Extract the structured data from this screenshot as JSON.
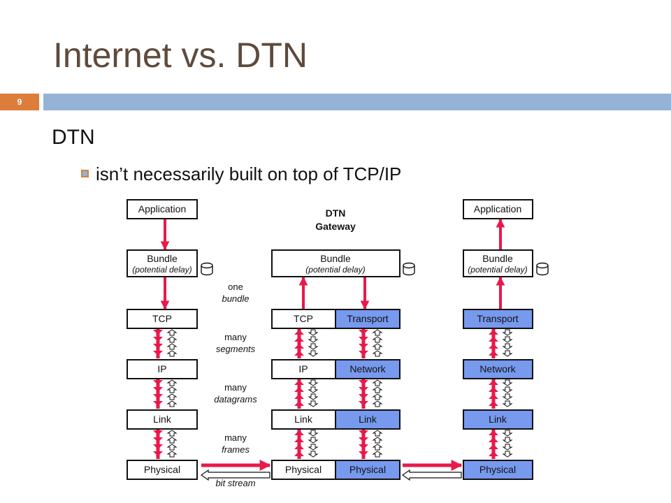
{
  "slide": {
    "title": "Internet vs. DTN",
    "number": "9",
    "heading": "DTN",
    "bullet": "isn’t necessarily built on top of TCP/IP"
  },
  "diagram": {
    "gateway_line1": "DTN",
    "gateway_line2": "Gateway",
    "left_stack": {
      "application": "Application",
      "bundle": "Bundle",
      "bundle_note": "(potential delay)",
      "tcp": "TCP",
      "ip": "IP",
      "link": "Link",
      "physical": "Physical"
    },
    "gateway_stack": {
      "bundle": "Bundle",
      "bundle_note": "(potential delay)",
      "tcp": "TCP",
      "transport": "Transport",
      "ip": "IP",
      "network": "Network",
      "link_left": "Link",
      "link_right": "Link",
      "physical_left": "Physical",
      "physical_right": "Physical"
    },
    "right_stack": {
      "application": "Application",
      "bundle": "Bundle",
      "bundle_note": "(potential delay)",
      "transport": "Transport",
      "network": "Network",
      "link": "Link",
      "physical": "Physical"
    },
    "labels": {
      "one": "one",
      "bundle": "bundle",
      "many_segments_1": "many",
      "many_segments_2": "segments",
      "many_datagrams_1": "many",
      "many_datagrams_2": "datagrams",
      "many_frames_1": "many",
      "many_frames_2": "frames",
      "bit_stream": "bit stream"
    },
    "colors": {
      "arrow_red": "#e8194a",
      "box_blue": "#7799ee",
      "box_border": "#111111"
    }
  }
}
